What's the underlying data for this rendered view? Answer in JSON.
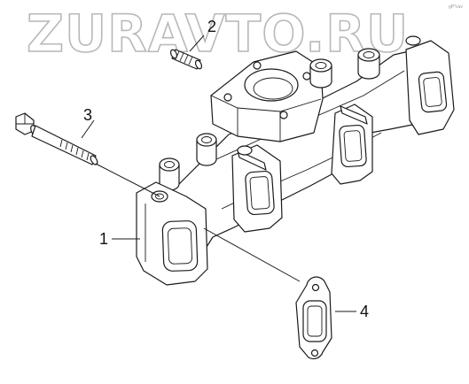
{
  "watermark": {
    "text": "ZURAVTO.RU",
    "color": "#b8b8b8"
  },
  "corner_mark": "gP*cav",
  "callouts": [
    {
      "id": "1",
      "label": "1"
    },
    {
      "id": "2",
      "label": "2"
    },
    {
      "id": "3",
      "label": "3"
    },
    {
      "id": "4",
      "label": "4"
    }
  ],
  "parts": [
    {
      "callout": "1",
      "icon": "exhaust-manifold-icon"
    },
    {
      "callout": "2",
      "icon": "stud-icon"
    },
    {
      "callout": "3",
      "icon": "bolt-icon"
    },
    {
      "callout": "4",
      "icon": "gasket-icon"
    }
  ],
  "line_color": "#1a1a1a"
}
